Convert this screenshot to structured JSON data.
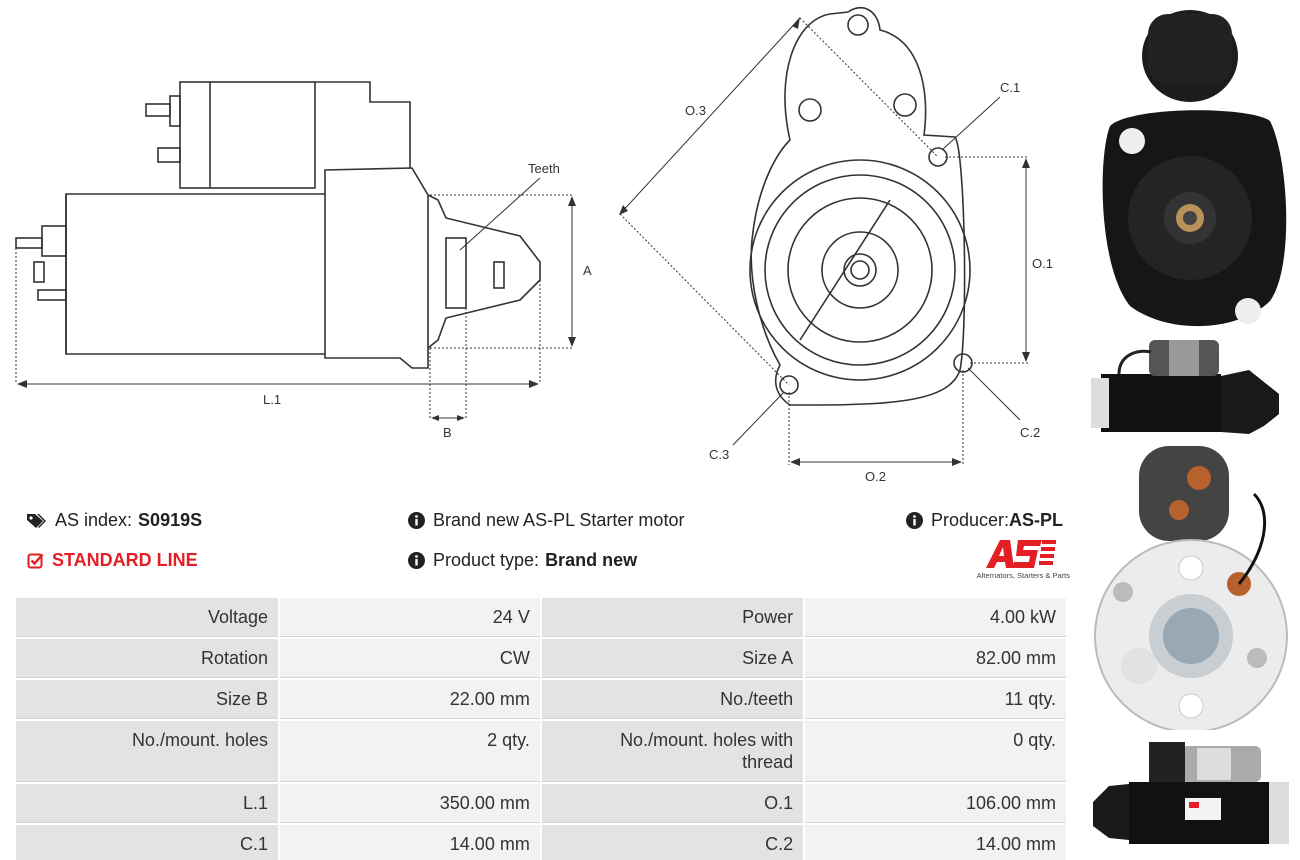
{
  "diagram": {
    "labels": {
      "teeth": "Teeth",
      "a": "A",
      "b": "B",
      "l1": "L.1",
      "o1": "O.1",
      "o2": "O.2",
      "o3": "O.3",
      "c1": "C.1",
      "c2": "C.2",
      "c3": "C.3"
    }
  },
  "info": {
    "index_label": "AS index:",
    "index_value": "S0919S",
    "line_label": "STANDARD LINE",
    "description": "Brand new AS-PL Starter motor",
    "product_type_label": "Product type:",
    "product_type_value": "Brand new",
    "producer_label": "Producer:",
    "producer_value": "AS-PL",
    "logo_tagline": "Alternators, Starters & Parts",
    "line_color": "#e31e24"
  },
  "specs": {
    "rows": [
      {
        "l1": "Voltage",
        "v1": "24 V",
        "l2": "Power",
        "v2": "4.00 kW"
      },
      {
        "l1": "Rotation",
        "v1": "CW",
        "l2": "Size A",
        "v2": "82.00 mm"
      },
      {
        "l1": "Size B",
        "v1": "22.00 mm",
        "l2": "No./teeth",
        "v2": "11 qty."
      },
      {
        "l1": "No./mount. holes",
        "v1": "2 qty.",
        "l2": "No./mount. holes with thread",
        "v2": "0 qty."
      },
      {
        "l1": "L.1",
        "v1": "350.00 mm",
        "l2": "O.1",
        "v2": "106.00 mm"
      },
      {
        "l1": "C.1",
        "v1": "14.00 mm",
        "l2": "C.2",
        "v2": "14.00 mm"
      }
    ]
  },
  "icons": [
    "tag-icon",
    "check-square-icon",
    "info-icon"
  ]
}
